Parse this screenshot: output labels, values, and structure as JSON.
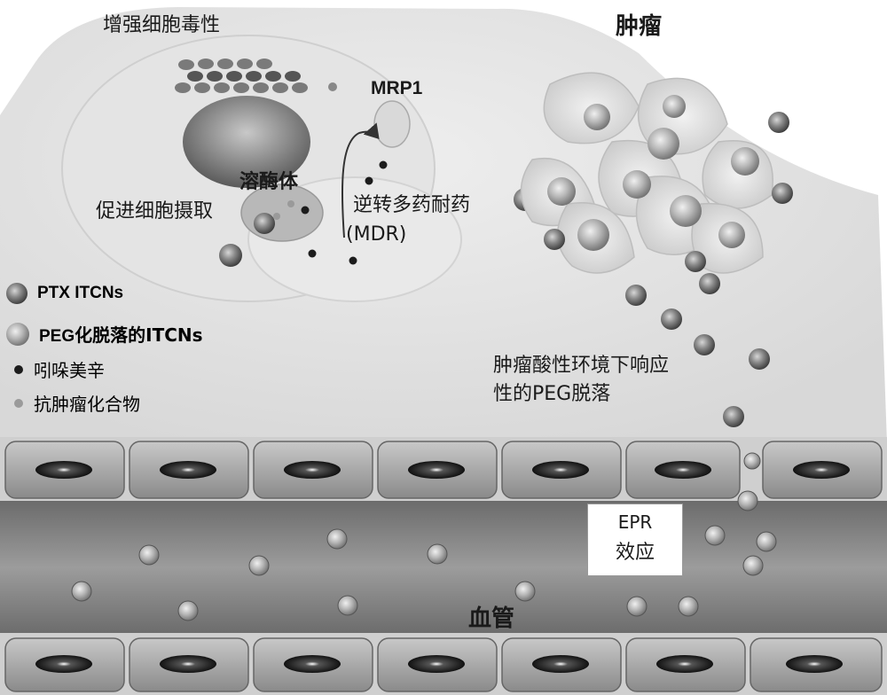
{
  "labels": {
    "enhanced_cytotoxicity": "增强细胞毒性",
    "mrp1": "MRP1",
    "lysosome": "溶酶体",
    "promote_uptake": "促进细胞摄取",
    "reverse_mdr_line1": "逆转多药耐药",
    "reverse_mdr_line2": "(MDR)",
    "tumor": "肿瘤",
    "acid_response_line1": "肿瘤酸性环境下响应",
    "acid_response_line2": "性的PEG脱落",
    "epr_line1": "EPR",
    "epr_line2": "效应",
    "blood_vessel": "血管"
  },
  "legend": [
    {
      "icon": "ptx-itcn-particle-icon",
      "prefix": "PTX ITCNs",
      "suffix": ""
    },
    {
      "icon": "depegylated-itcn-particle-icon",
      "prefix": "PEG",
      "suffix": "化脱落的ITCNs"
    },
    {
      "icon": "indomethacin-dot-icon",
      "prefix": "",
      "suffix": "吲哚美辛"
    },
    {
      "icon": "antitumor-compound-dot-icon",
      "prefix": "",
      "suffix": "抗肿瘤化合物"
    }
  ],
  "colors": {
    "cell_fill": "#d9d9d9",
    "nucleus": "#7a7a7a",
    "nanoparticle": "#6e6e6e",
    "vessel_lumen": "#8c8c8c",
    "endothelial": "#9a9a9a"
  }
}
